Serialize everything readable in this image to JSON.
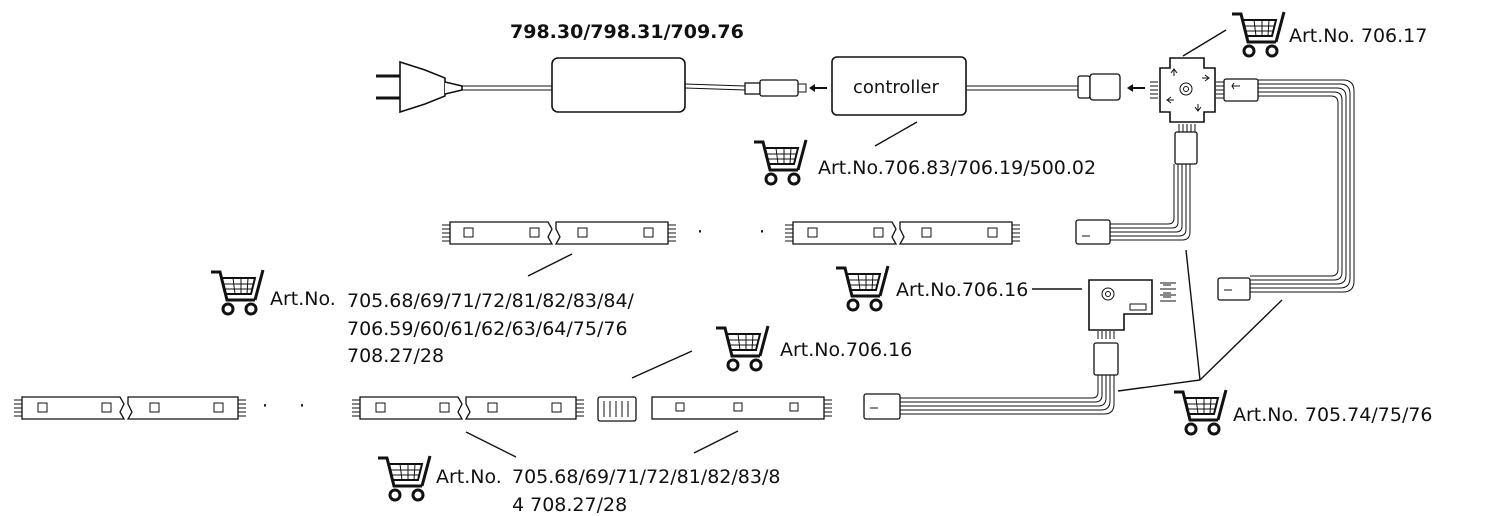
{
  "title": "798.30/798.31/709.76",
  "controller_label": "controller",
  "labels": {
    "hub": "Art.No. 706.17",
    "controller": "Art.No.706.83/706.19/500.02",
    "connector_upper": "Art.No.706.16",
    "connector_lower": "Art.No.706.16",
    "cable": "Art.No. 705.74/75/76",
    "strips_upper_prefix": "Art.No.",
    "strips_upper_line1": "705.68/69/71/72/81/82/83/84/",
    "strips_upper_line2": "706.59/60/61/62/63/64/75/76",
    "strips_upper_line3": "708.27/28",
    "strips_lower_prefix": "Art.No.",
    "strips_lower_line1": "705.68/69/71/72/81/82/83/8",
    "strips_lower_line2": "4 708.27/28"
  },
  "icons": [
    "cart-icon",
    "plug-icon",
    "arrow-icon"
  ]
}
